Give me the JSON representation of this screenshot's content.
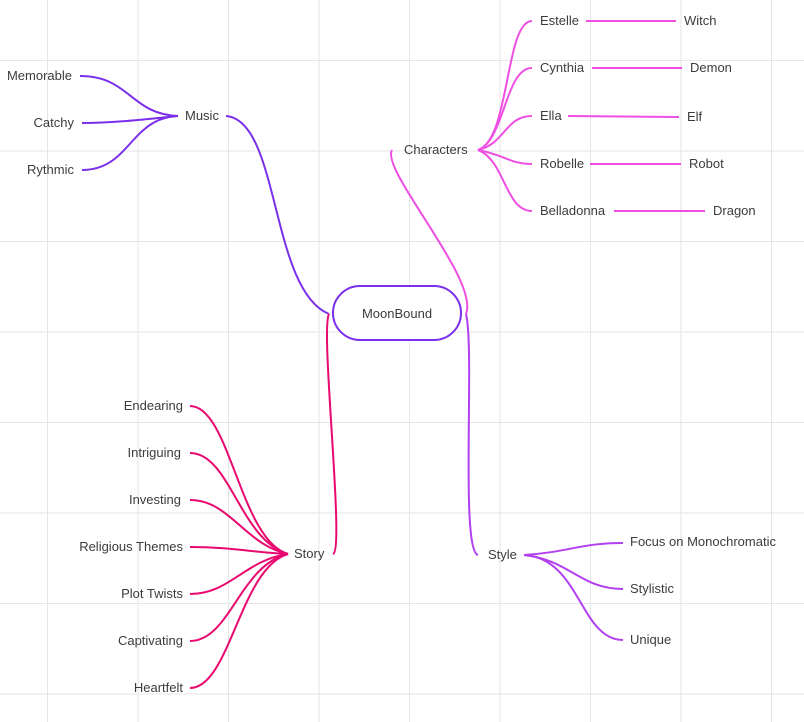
{
  "root": {
    "label": "MoonBound"
  },
  "colors": {
    "music": "#7b2fea",
    "characters": "#ee4fe3",
    "story": "#e8086f",
    "style": "#b23ff0"
  },
  "music": {
    "label": "Music",
    "items": [
      "Memorable",
      "Catchy",
      "Rythmic"
    ]
  },
  "characters": {
    "label": "Characters",
    "items": [
      {
        "name": "Estelle",
        "type": "Witch"
      },
      {
        "name": "Cynthia",
        "type": "Demon"
      },
      {
        "name": "Ella",
        "type": "Elf"
      },
      {
        "name": "Robelle",
        "type": "Robot"
      },
      {
        "name": "Belladonna",
        "type": "Dragon"
      }
    ]
  },
  "story": {
    "label": "Story",
    "items": [
      "Endearing",
      "Intriguing",
      "Investing",
      "Religious Themes",
      "Plot Twists",
      "Captivating",
      "Heartfelt"
    ]
  },
  "style": {
    "label": "Style",
    "items": [
      "Focus on Monochromatic",
      "Stylistic",
      "Unique"
    ]
  }
}
